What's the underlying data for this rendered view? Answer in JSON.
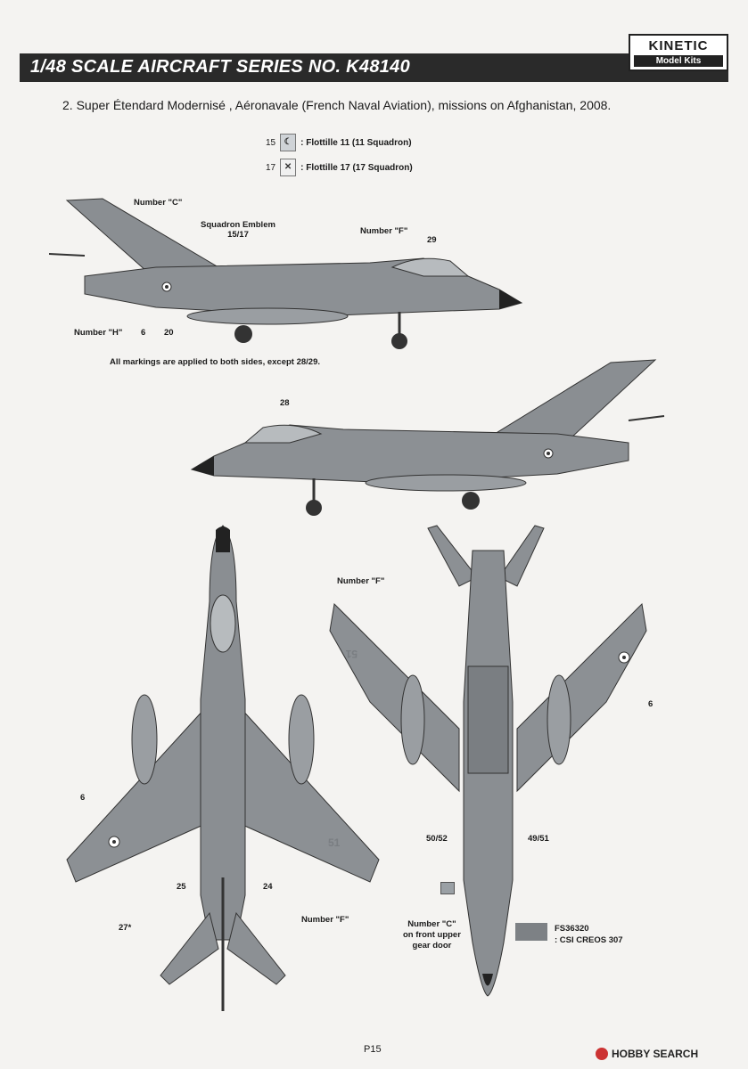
{
  "header": {
    "title": "1/48 SCALE AIRCRAFT SERIES NO. K48140",
    "logo_brand": "KINETIC",
    "logo_sub": "Model Kits"
  },
  "subtitle": "2. Super Étendard Modernisé , Aéronavale (French Naval Aviation), missions on Afghanistan, 2008.",
  "legend": [
    {
      "num": "15",
      "text": ": Flottille 11 (11 Squadron)"
    },
    {
      "num": "17",
      "text": ": Flottille 17 (17 Squadron)"
    }
  ],
  "side_view_1": {
    "number_c": "Number \"C\"",
    "squadron_emblem": "Squadron Emblem",
    "squadron_emblem_num": "15/17",
    "number_f": "Number \"F\"",
    "n29": "29",
    "number_h": "Number \"H\"",
    "n6": "6",
    "n20": "20"
  },
  "note": "All markings are applied to both sides, except 28/29.",
  "side_view_2": {
    "n28": "28"
  },
  "top_view": {
    "n6": "6",
    "n25": "25",
    "n24": "24",
    "n27": "27*",
    "number_f": "Number \"F\""
  },
  "bottom_view": {
    "number_f": "Number \"F\"",
    "n6": "6",
    "n50_52": "50/52",
    "n49_51": "49/51",
    "number_c_line1": "Number \"C\"",
    "number_c_line2": "on front upper",
    "number_c_line3": "gear door"
  },
  "color_ref": {
    "line1": "FS36320",
    "line2": ": CSI CREOS 307",
    "swatch": "#7d8185"
  },
  "page_number": "P15",
  "watermark": "HOBBY SEARCH"
}
